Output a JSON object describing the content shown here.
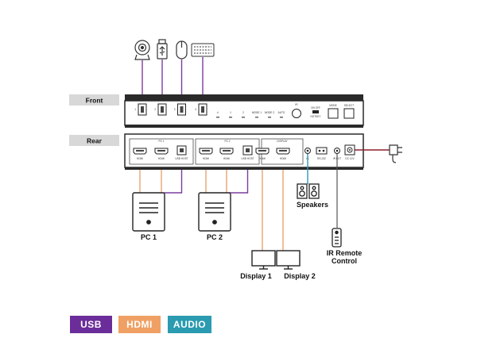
{
  "labels": {
    "front": "Front",
    "rear": "Rear",
    "pc1": "PC 1",
    "pc2": "PC 2",
    "speakers": "Speakers",
    "display1": "Display 1",
    "display2": "Display 2",
    "ir_line1": "IR Remote",
    "ir_line2": "Control"
  },
  "front_panel": {
    "port_labels": [
      "1",
      "2",
      "3",
      "4"
    ],
    "indicators": [
      "①",
      "1",
      "2",
      "MODE 1",
      "MODE 2",
      "AUTO"
    ],
    "ir": "IR",
    "switch": "ON OFF",
    "switch_sub": "HOTKEY",
    "mode": "MODE",
    "select": "SELECT"
  },
  "rear_panel": {
    "group_pc1": "PC 1",
    "group_pc2": "PC 2",
    "group_display": "DISPLAY",
    "hdmi": "HDMI",
    "usb_host": "USB HOST",
    "audio_port": "L1",
    "rs232": "RS-232",
    "ir_ext": "IR EXT",
    "dc": "DC 12V"
  },
  "legend": [
    {
      "label": "USB",
      "color": "#6b2d9a"
    },
    {
      "label": "HDMI",
      "color": "#f0a064"
    },
    {
      "label": "AUDIO",
      "color": "#2a9bb0"
    }
  ],
  "colors": {
    "usb": "#7a3d9e",
    "hdmi": "#e8a46e",
    "audio": "#2a9bb0",
    "power": "#8b1f2b",
    "panel": "#2a2a2a"
  }
}
